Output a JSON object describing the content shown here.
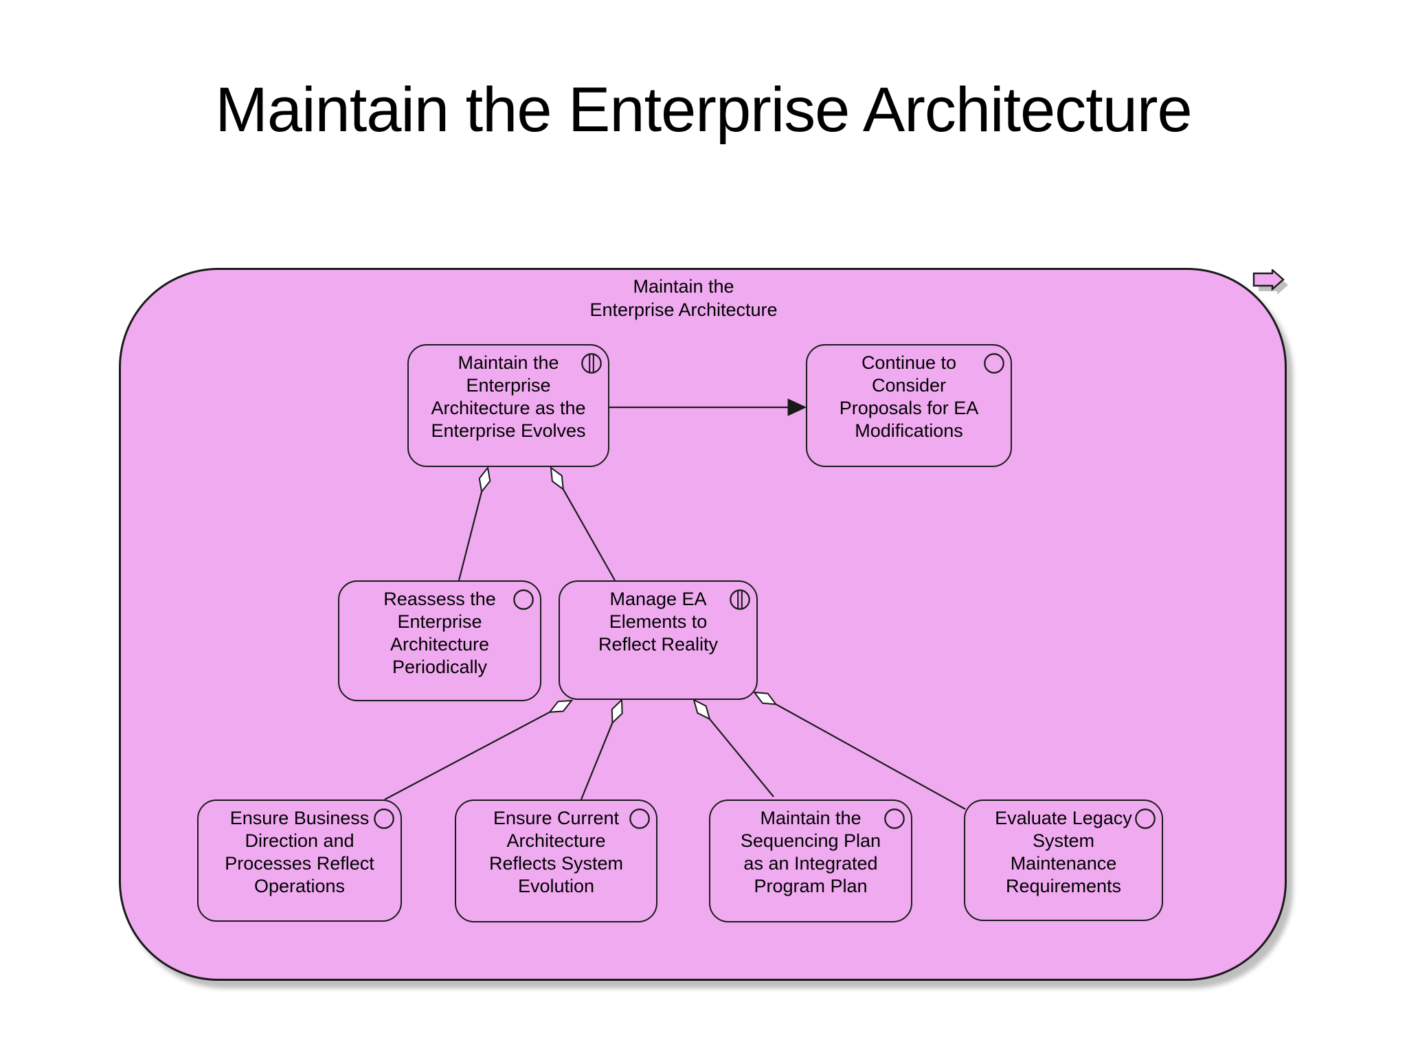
{
  "slide": {
    "title": "Maintain the Enterprise Architecture"
  },
  "container": {
    "label": "Maintain the\nEnterprise Architecture"
  },
  "nodes": [
    {
      "id": "maintain-ea-as-enterprise-evolves",
      "label": "Maintain the\nEnterprise\nArchitecture as the\nEnterprise Evolves",
      "icon": "split-circle-icon"
    },
    {
      "id": "continue-consider-proposals",
      "label": "Continue to\nConsider\nProposals for EA\nModifications",
      "icon": "circle-icon"
    },
    {
      "id": "reassess-ea-periodically",
      "label": "Reassess the\nEnterprise\nArchitecture\nPeriodically",
      "icon": "circle-icon"
    },
    {
      "id": "manage-ea-elements",
      "label": "Manage EA\nElements to\nReflect Reality",
      "icon": "split-circle-icon"
    },
    {
      "id": "ensure-business-direction",
      "label": "Ensure Business\nDirection and\nProcesses Reflect\nOperations",
      "icon": "circle-icon"
    },
    {
      "id": "ensure-current-architecture",
      "label": "Ensure Current\nArchitecture\nReflects System\nEvolution",
      "icon": "circle-icon"
    },
    {
      "id": "maintain-sequencing-plan",
      "label": "Maintain the\nSequencing Plan\nas an Integrated\nProgram Plan",
      "icon": "circle-icon"
    },
    {
      "id": "evaluate-legacy-system",
      "label": "Evaluate Legacy\nSystem\nMaintenance\nRequirements",
      "icon": "circle-icon"
    }
  ],
  "icons": {
    "corner": "offpage-arrow-icon",
    "plain_process": "circle-icon",
    "composite_process": "split-circle-icon"
  },
  "colors": {
    "background": "#FFFFFF",
    "shape_fill": "#F0AAF0",
    "shape_border": "#1A1A1A",
    "connector": "#1A1A1A",
    "diamond_fill": "#FFFFFF",
    "title_text": "#000000",
    "shadow": "#BFBFBF"
  }
}
